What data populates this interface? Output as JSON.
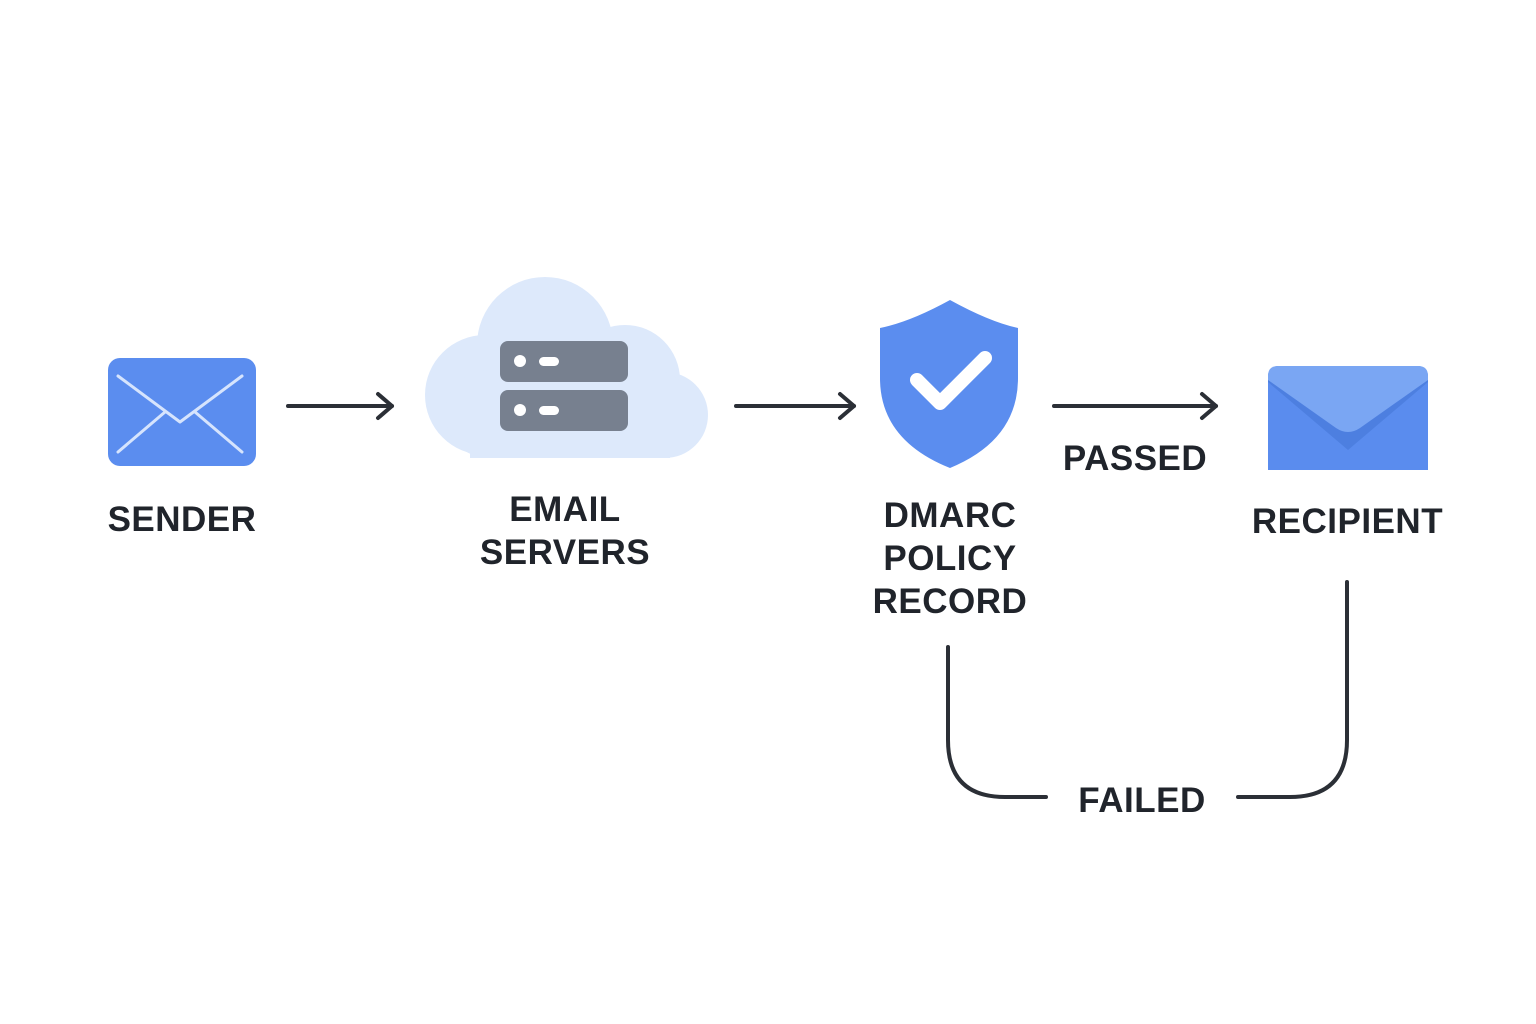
{
  "nodes": {
    "sender": {
      "label": "SENDER",
      "icon": "envelope-icon"
    },
    "email_servers": {
      "label_lines": [
        "EMAIL",
        "SERVERS"
      ],
      "icon": "cloud-server-icon"
    },
    "dmarc": {
      "label_lines": [
        "DMARC",
        "POLICY",
        "RECORD"
      ],
      "icon": "shield-check-icon"
    },
    "recipient": {
      "label": "RECIPIENT",
      "icon": "envelope-icon"
    }
  },
  "edges": {
    "passed_label": "PASSED",
    "failed_label": "FAILED"
  },
  "colors": {
    "primary_blue": "#5b8def",
    "cloud": "#dde9fb",
    "server": "#77808f",
    "arrow": "#2b2f36",
    "text": "#20242b"
  }
}
